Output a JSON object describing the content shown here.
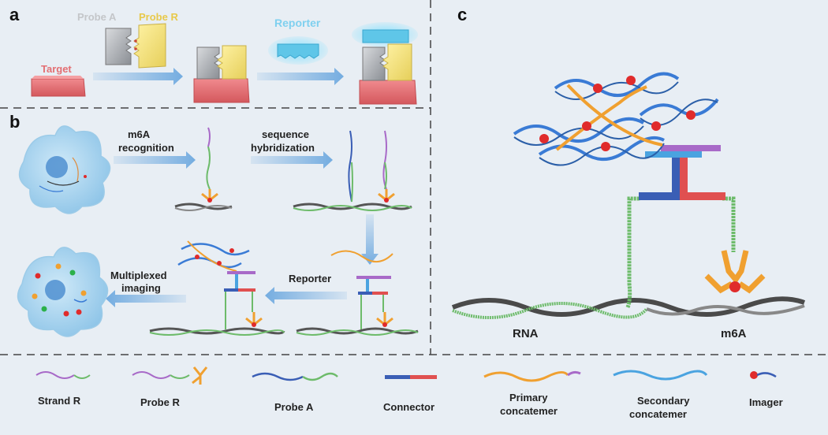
{
  "panels": {
    "a": {
      "letter": "a",
      "probe_a_label": "Probe A",
      "probe_r_label": "Probe R",
      "target_label": "Target",
      "reporter_label": "Reporter"
    },
    "b": {
      "letter": "b",
      "step1_line1": "m6A",
      "step1_line2": "recognition",
      "step2_line1": "sequence",
      "step2_line2": "hybridization",
      "step3": "Reporter",
      "step4_line1": "Multiplexed",
      "step4_line2": "imaging"
    },
    "c": {
      "letter": "c",
      "rna_label": "RNA",
      "m6a_label": "m6A"
    }
  },
  "legend": {
    "strand_r": "Strand R",
    "probe_r": "Probe R",
    "probe_a": "Probe A",
    "connector": "Connector",
    "primary_line1": "Primary",
    "primary_line2": "concatemer",
    "secondary_line1": "Secondary",
    "secondary_line2": "concatemer",
    "imager": "Imager"
  },
  "colors": {
    "target": "#e36f73",
    "probe_a_gray": "#9ea2a8",
    "probe_r_yellow": "#f1e27a",
    "reporter": "#5fc6e8",
    "arrow": "#6ea9df",
    "green": "#6dbb6a",
    "blue": "#3a5eb5",
    "red": "#e05050",
    "orange": "#f0a030",
    "purple": "#a86ac8",
    "light_blue": "#4aa3e0",
    "rna_gray": "#555555",
    "imager": "#e02b2b"
  }
}
